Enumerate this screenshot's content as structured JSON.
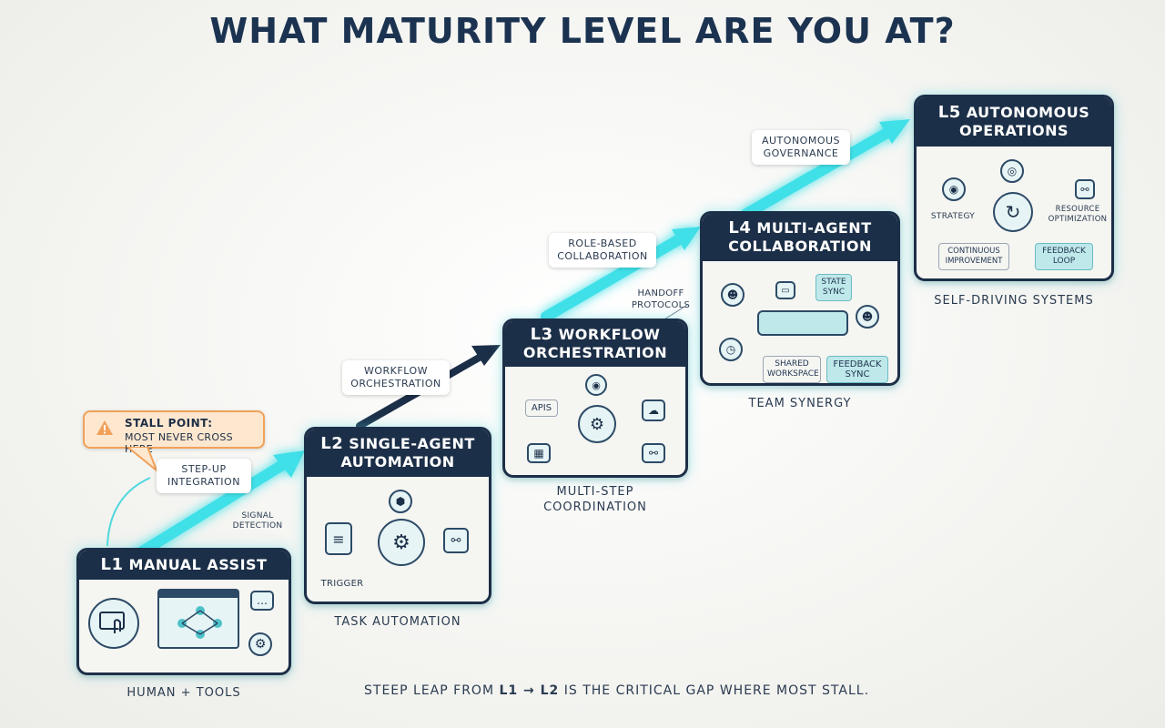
{
  "title": "WHAT MATURITY LEVEL ARE YOU AT?",
  "levels": [
    {
      "level": "L1",
      "name": "MANUAL ASSIST",
      "caption": "HUMAN + TOOLS"
    },
    {
      "level": "L2",
      "name_line1": "SINGLE-AGENT",
      "name_line2": "AUTOMATION",
      "caption": "TASK AUTOMATION"
    },
    {
      "level": "L3",
      "name_line1": "WORKFLOW",
      "name_line2": "ORCHESTRATION",
      "caption_line1": "MULTI-STEP",
      "caption_line2": "COORDINATION"
    },
    {
      "level": "L4",
      "name_line1": "MULTI-AGENT",
      "name_line2": "COLLABORATION",
      "caption": "TEAM SYNERGY"
    },
    {
      "level": "L5",
      "name_line1": "AUTONOMOUS",
      "name_line2": "OPERATIONS",
      "caption": "SELF-DRIVING SYSTEMS"
    }
  ],
  "transitions": {
    "step_up_line1": "STEP-UP",
    "step_up_line2": "INTEGRATION",
    "workflow_line1": "WORKFLOW",
    "workflow_line2": "ORCHESTRATION",
    "role_line1": "ROLE-BASED",
    "role_line2": "COLLABORATION",
    "autonomous_line1": "AUTONOMOUS",
    "autonomous_line2": "GOVERNANCE",
    "handoff_line1": "HANDOFF",
    "handoff_line2": "PROTOCOLS",
    "signal_line1": "SIGNAL",
    "signal_line2": "DETECTION"
  },
  "stall": {
    "heading": "STALL POINT:",
    "text": "MOST NEVER CROSS HERE"
  },
  "l2_inner": {
    "trigger": "TRIGGER"
  },
  "l3_inner": {
    "apis": "APIS"
  },
  "l4_inner": {
    "state_sync_line1": "STATE",
    "state_sync_line2": "SYNC",
    "shared_line1": "SHARED",
    "shared_line2": "WORKSPACE",
    "feedback_line1": "FEEDBACK",
    "feedback_line2": "SYNC"
  },
  "l5_inner": {
    "strategy": "STRATEGY",
    "resource_line1": "RESOURCE",
    "resource_line2": "OPTIMIZATION",
    "continuous_line1": "CONTINUOUS",
    "continuous_line2": "IMPROVEMENT",
    "feedback_line1": "FEEDBACK",
    "feedback_line2": "LOOP"
  },
  "footer": {
    "prefix": "STEEP LEAP FROM ",
    "from": "L1",
    "arrow": " → ",
    "to": "L2",
    "suffix": " IS THE CRITICAL GAP WHERE MOST STALL."
  },
  "colors": {
    "navy": "#1c2f48",
    "glow": "#3fe0e8",
    "warning": "#f0a15a"
  }
}
